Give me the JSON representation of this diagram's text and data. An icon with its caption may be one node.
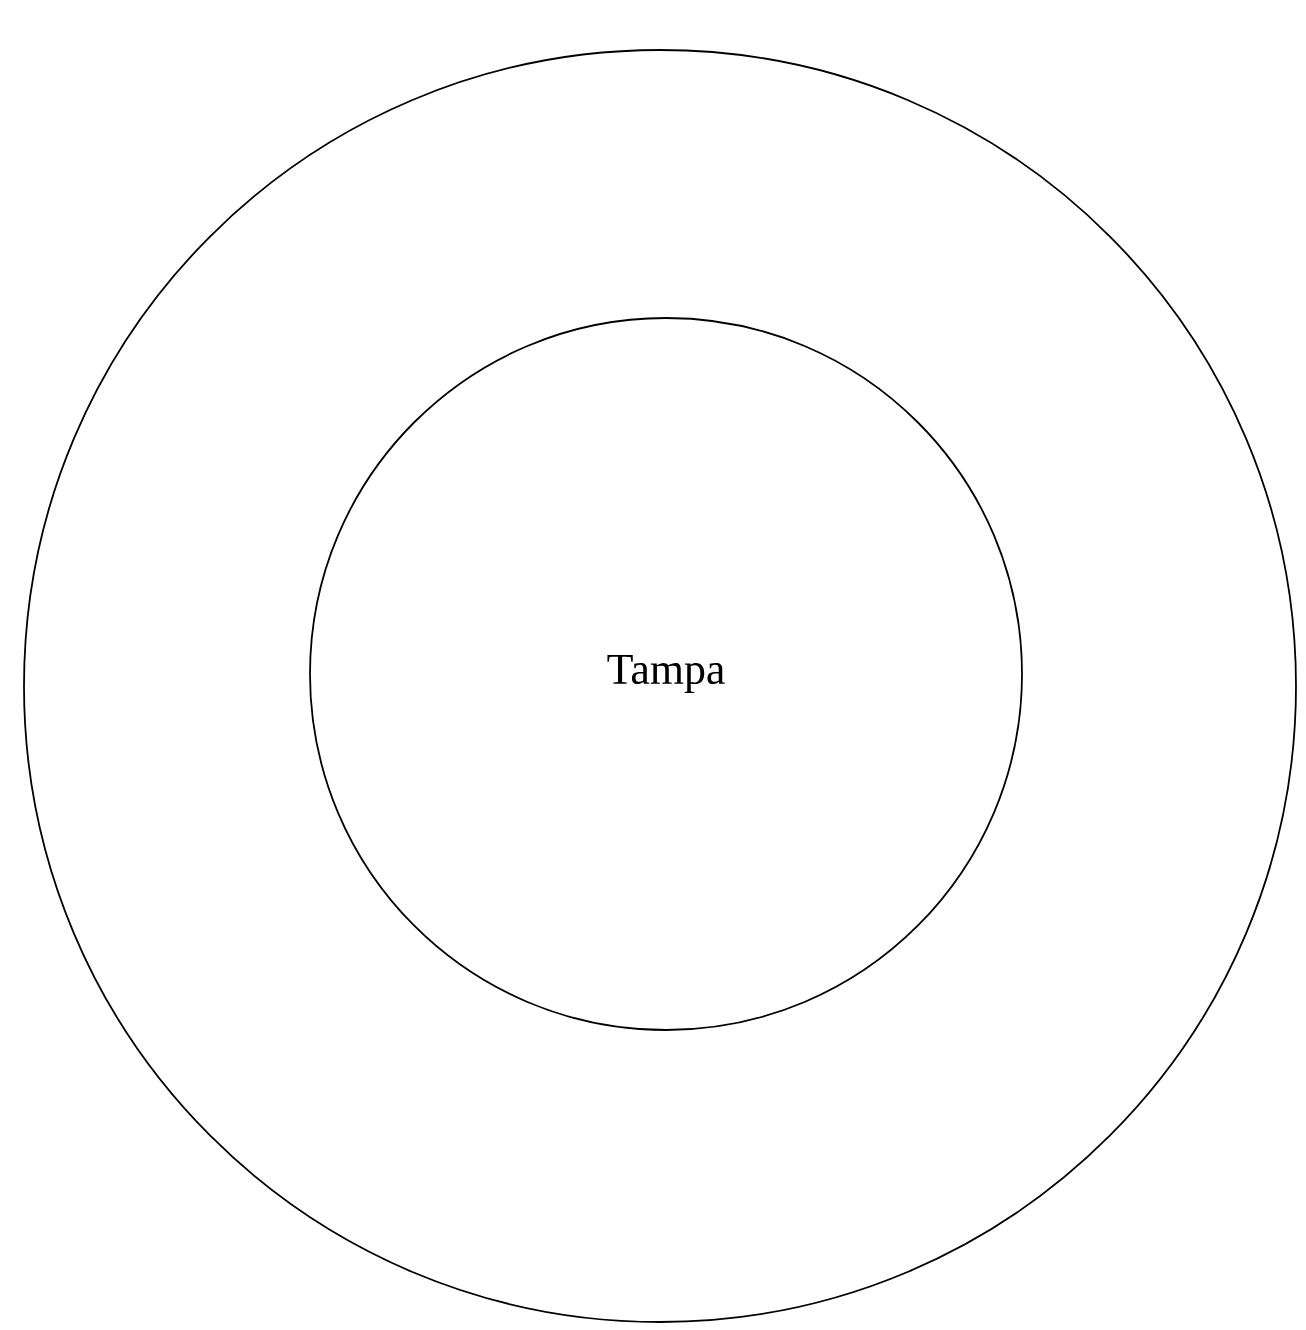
{
  "diagram": {
    "nodes": [
      {
        "text": [],
        "shape": "circle"
      },
      {
        "text": [
          "Tampa"
        ],
        "in": 0
      }
    ]
  }
}
